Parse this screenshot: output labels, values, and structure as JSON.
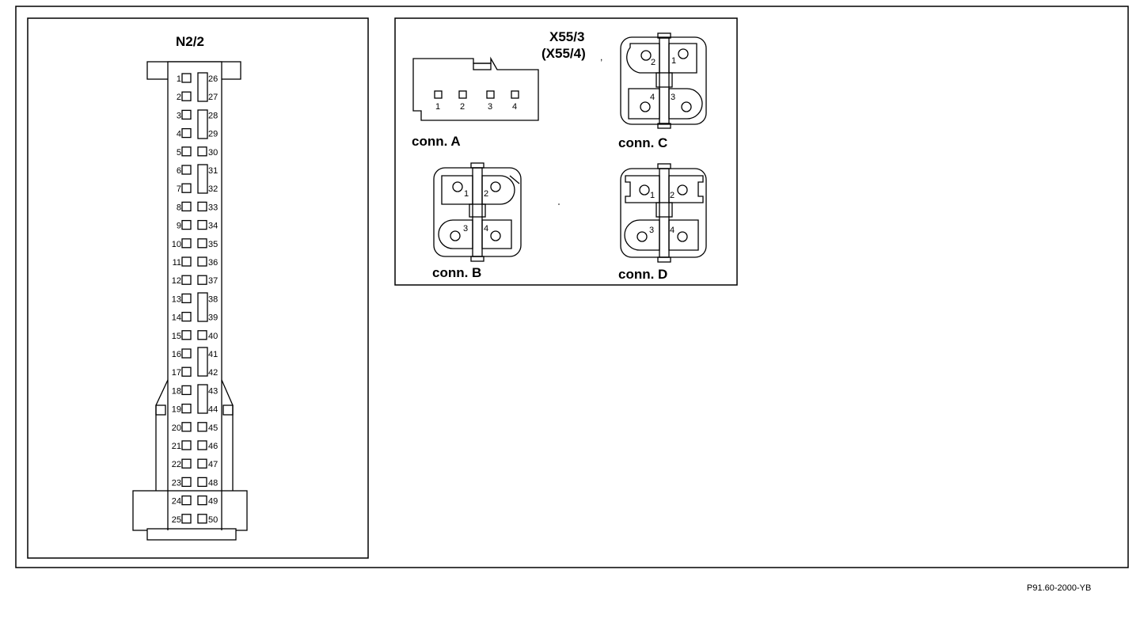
{
  "left_panel": {
    "title": "N2/2",
    "pins_left": [
      "1",
      "2",
      "3",
      "4",
      "5",
      "6",
      "7",
      "8",
      "9",
      "10",
      "11",
      "12",
      "13",
      "14",
      "15",
      "16",
      "17",
      "18",
      "19",
      "20",
      "21",
      "22",
      "23",
      "24",
      "25"
    ],
    "pins_right": [
      "26",
      "27",
      "28",
      "29",
      "30",
      "31",
      "32",
      "33",
      "34",
      "35",
      "36",
      "37",
      "38",
      "39",
      "40",
      "41",
      "42",
      "43",
      "44",
      "45",
      "46",
      "47",
      "48",
      "49",
      "50"
    ]
  },
  "right_panel": {
    "title_line1": "X55/3",
    "title_line2": "(X55/4)",
    "conn_a": {
      "label": "conn. A",
      "pins": [
        "1",
        "2",
        "3",
        "4"
      ]
    },
    "conn_b": {
      "label": "conn. B",
      "pins": [
        "1",
        "2",
        "3",
        "4"
      ]
    },
    "conn_c": {
      "label": "conn. C",
      "pins": [
        "2",
        "1",
        "4",
        "3"
      ]
    },
    "conn_d": {
      "label": "conn. D",
      "pins": [
        "1",
        "2",
        "3",
        "4"
      ]
    }
  },
  "footer": {
    "code": "P91.60-2000-YB"
  }
}
